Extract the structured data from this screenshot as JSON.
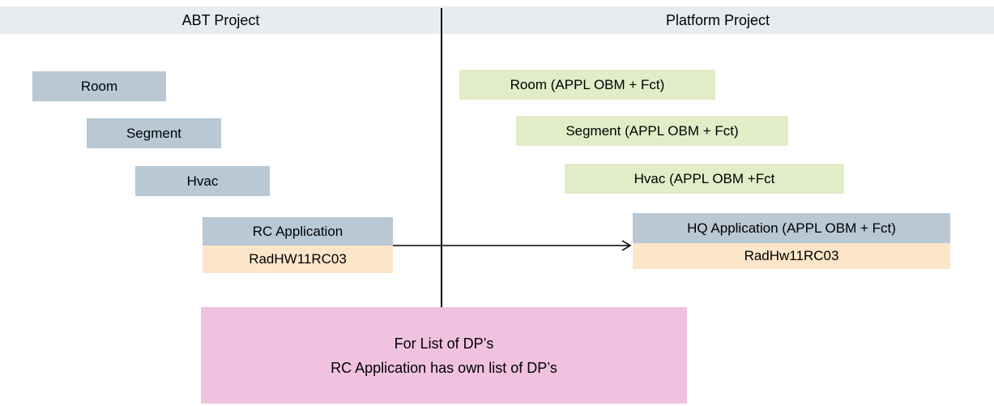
{
  "titles": {
    "abt": "ABT Project",
    "platform": "Platform Project"
  },
  "abt_column": {
    "boxes": [
      {
        "label": "Room",
        "type": "steel"
      },
      {
        "label": "Segment",
        "type": "steel"
      },
      {
        "label": "Hvac",
        "type": "steel"
      },
      {
        "label": "RC Application",
        "type": "steel"
      },
      {
        "label": "RadHW11RC03",
        "type": "peach"
      }
    ]
  },
  "platform_column": {
    "boxes": [
      {
        "label": "Room (APPL OBM + Fct)",
        "type": "green"
      },
      {
        "label": "Segment (APPL OBM + Fct)",
        "type": "green"
      },
      {
        "label": "Hvac (APPL OBM +Fct",
        "type": "green"
      },
      {
        "label": "HQ Application (APPL OBM + Fct)",
        "type": "steel"
      },
      {
        "label": "RadHw11RC03",
        "type": "peach"
      }
    ]
  },
  "note_box": {
    "line1": "For List of DP’s",
    "line2": "RC Application has own list of DP’s"
  },
  "colors": {
    "header_bg": "#e8ecf1",
    "steel_box": "#b8c8d5",
    "green_box": "#e2edc8",
    "peach_box": "#fce5c9",
    "pink_box": "#f0c2e0",
    "line": "#000000"
  }
}
